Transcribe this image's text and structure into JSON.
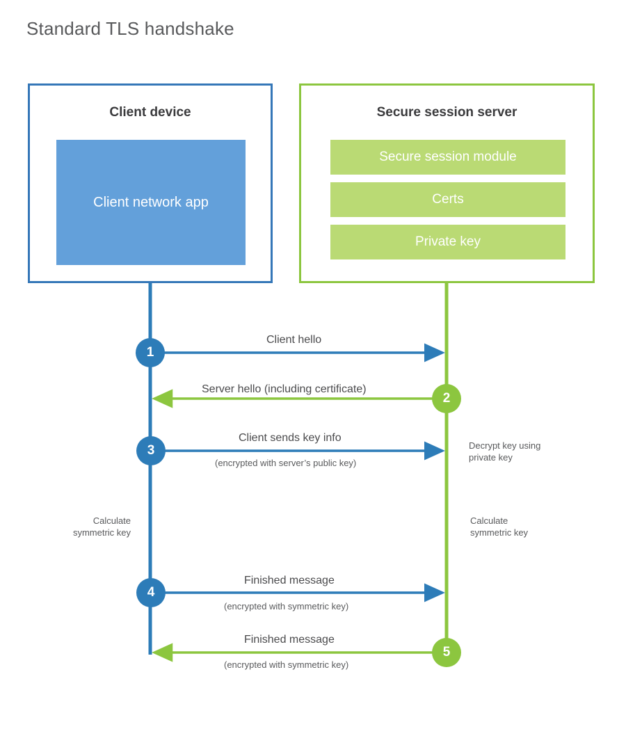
{
  "title": "Standard TLS handshake",
  "colors": {
    "client_accent": "#3577b8",
    "client_fill": "#63a0da",
    "client_step": "#2d7cb8",
    "server_accent": "#8cc63f",
    "server_fill": "#bada74",
    "server_step": "#8cc63f",
    "title_text": "#58595b",
    "body_text": "#4a4a4c",
    "background": "#ffffff"
  },
  "participants": {
    "client": {
      "title": "Client device",
      "block_label": "Client network\napp"
    },
    "server": {
      "title": "Secure session server",
      "modules": [
        {
          "label": "Secure session module"
        },
        {
          "label": "Certs"
        },
        {
          "label": "Private key"
        }
      ]
    }
  },
  "steps": [
    {
      "number": "1",
      "actor": "client",
      "direction": "client-to-server",
      "label": "Client hello",
      "sublabel": ""
    },
    {
      "number": "2",
      "actor": "server",
      "direction": "server-to-client",
      "label": "Server hello (including certificate)",
      "sublabel": ""
    },
    {
      "number": "3",
      "actor": "client",
      "direction": "client-to-server",
      "label": "Client sends key info",
      "sublabel": "(encrypted with server’s public key)"
    },
    {
      "number": "4",
      "actor": "client",
      "direction": "client-to-server",
      "label": "Finished message",
      "sublabel": "(encrypted with symmetric key)"
    },
    {
      "number": "5",
      "actor": "server",
      "direction": "server-to-client",
      "label": "Finished message",
      "sublabel": "(encrypted with symmetric key)"
    }
  ],
  "annotations": {
    "decrypt_note": "Decrypt key using\nprivate key",
    "client_calc_note": "Calculate\nsymmetric key",
    "server_calc_note": "Calculate\nsymmetric key"
  }
}
